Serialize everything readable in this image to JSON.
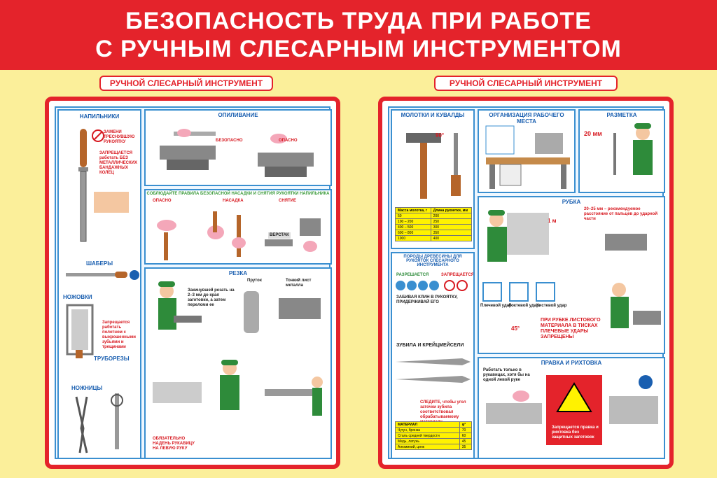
{
  "header": {
    "line1": "БЕЗОПАСНОСТЬ ТРУДА ПРИ РАБОТЕ",
    "line2": "С РУЧНЫМ СЛЕСАРНЫМ ИНСТРУМЕНТОМ"
  },
  "left": {
    "tag": "РУЧНОЙ СЛЕСАРНЫЙ ИНСТРУМЕНТ",
    "files": {
      "title": "НАПИЛЬНИКИ",
      "replace": "ЗАМЕНИ ТРЕСНУВШУЮ РУКОЯТКУ",
      "forbidden": "ЗАПРЕЩАЕТСЯ работать БЕЗ МЕТАЛЛИЧЕСКИХ БАНДАЖНЫХ КОЛЕЦ"
    },
    "scrapers": {
      "title": "ШАБЕРЫ"
    },
    "hacksaws": {
      "title": "НОЖОВКИ",
      "forbidden": "Запрещается работать полотном с выкрошенными зубьями и трещинами"
    },
    "pipecutters": {
      "title": "ТРУБОРЕЗЫ"
    },
    "shears": {
      "title": "НОЖНИЦЫ"
    },
    "filing": {
      "title": "ОПИЛИВАНИЕ",
      "wrong": "ОПАСНО",
      "right": "БЕЗОПАСНО"
    },
    "mounting": {
      "title": "СОБЛЮДАЙТЕ ПРАВИЛА БЕЗОПАСНОЙ НАСАДКИ И СНЯТИЯ РУКОЯТКИ НАПИЛЬНИКА",
      "labels": [
        "ОПАСНО",
        "НАСАДКА",
        "СНЯТИЕ"
      ],
      "bench": "ВЕРСТАК"
    },
    "cutting": {
      "title": "РЕЗКА",
      "note1": "Закинувшей резать на 2–3 мм до края заготовки, а затем переломи ее",
      "label1": "Пруток",
      "label2": "Тонкий лист металла",
      "glove": "ОБЯЗАТЕЛЬНО НАДЕНЬ РУКАВИЦУ НА ЛЕВУЮ РУКУ"
    }
  },
  "right": {
    "tag": "РУЧНОЙ СЛЕСАРНЫЙ ИНСТРУМЕНТ",
    "hammers": {
      "title": "МОЛОТКИ И КУВАЛДЫ",
      "angle": "90°"
    },
    "table1": {
      "headers": [
        "Масса молотка, г",
        "Длина рукоятки, мм"
      ],
      "rows": [
        [
          "50",
          "200"
        ],
        [
          "100 – 200",
          "250"
        ],
        [
          "400 – 500",
          "300"
        ],
        [
          "600 – 800",
          "350"
        ],
        [
          "1000",
          "400"
        ]
      ]
    },
    "workplace": {
      "title": "ОРГАНИЗАЦИЯ РАБОЧЕГО МЕСТА"
    },
    "marking": {
      "title": "РАЗМЕТКА",
      "distance": "20 мм"
    },
    "wood": {
      "title": "ПОРОДЫ ДРЕВЕСИНЫ ДЛЯ РУКОЯТОК СЛЕСАРНОГО ИНСТРУМЕНТА",
      "allowed": "РАЗРЕШАЕТСЯ",
      "forbidden": "ЗАПРЕЩАЕТСЯ"
    },
    "wedge": "ЗАБИВАЯ КЛИН В РУКОЯТКУ, ПРИДЕРЖИВАЙ ЕГО",
    "chisels": {
      "title": "ЗУБИЛА И КРЕЙЦМЕЙСЕЛИ"
    },
    "chopping": {
      "title": "РУБКА",
      "distance": "20–25 мм – рекомендуемое расстояние от пальцев до ударной части",
      "metre": "1 м"
    },
    "strikes": {
      "labels": [
        "Плечевой удар",
        "Локтевой удар",
        "Кистевой удар"
      ],
      "warning": "ПРИ РУБКЕ ЛИСТОВОГО МАТЕРИАЛА В ТИСКАХ ПЛЕЧЕВЫЕ УДАРЫ ЗАПРЕЩЕНЫ",
      "angle": "45°"
    },
    "straightening": {
      "title": "ПРАВКА И РИХТОВКА",
      "note": "Работать только в рукавицах, хотя бы на одной левой руке",
      "forbidden": "Запрещается правка и рихтовка без защитных заготовок"
    },
    "material": {
      "header": [
        "МАТЕРИАЛ",
        "φ°"
      ],
      "rows": [
        [
          "Чугун, бронза",
          "70"
        ],
        [
          "Сталь средней твердости",
          "60"
        ],
        [
          "Медь, латунь",
          "45"
        ],
        [
          "Алюминий, цинк",
          "35"
        ]
      ]
    },
    "watch": "СЛЕДИТЕ, чтобы угол заточки зубила соответствовал обрабатываемому материалу"
  },
  "colors": {
    "red": "#e4232b",
    "yellow": "#fbef9a",
    "blue": "#3a8fd0"
  }
}
